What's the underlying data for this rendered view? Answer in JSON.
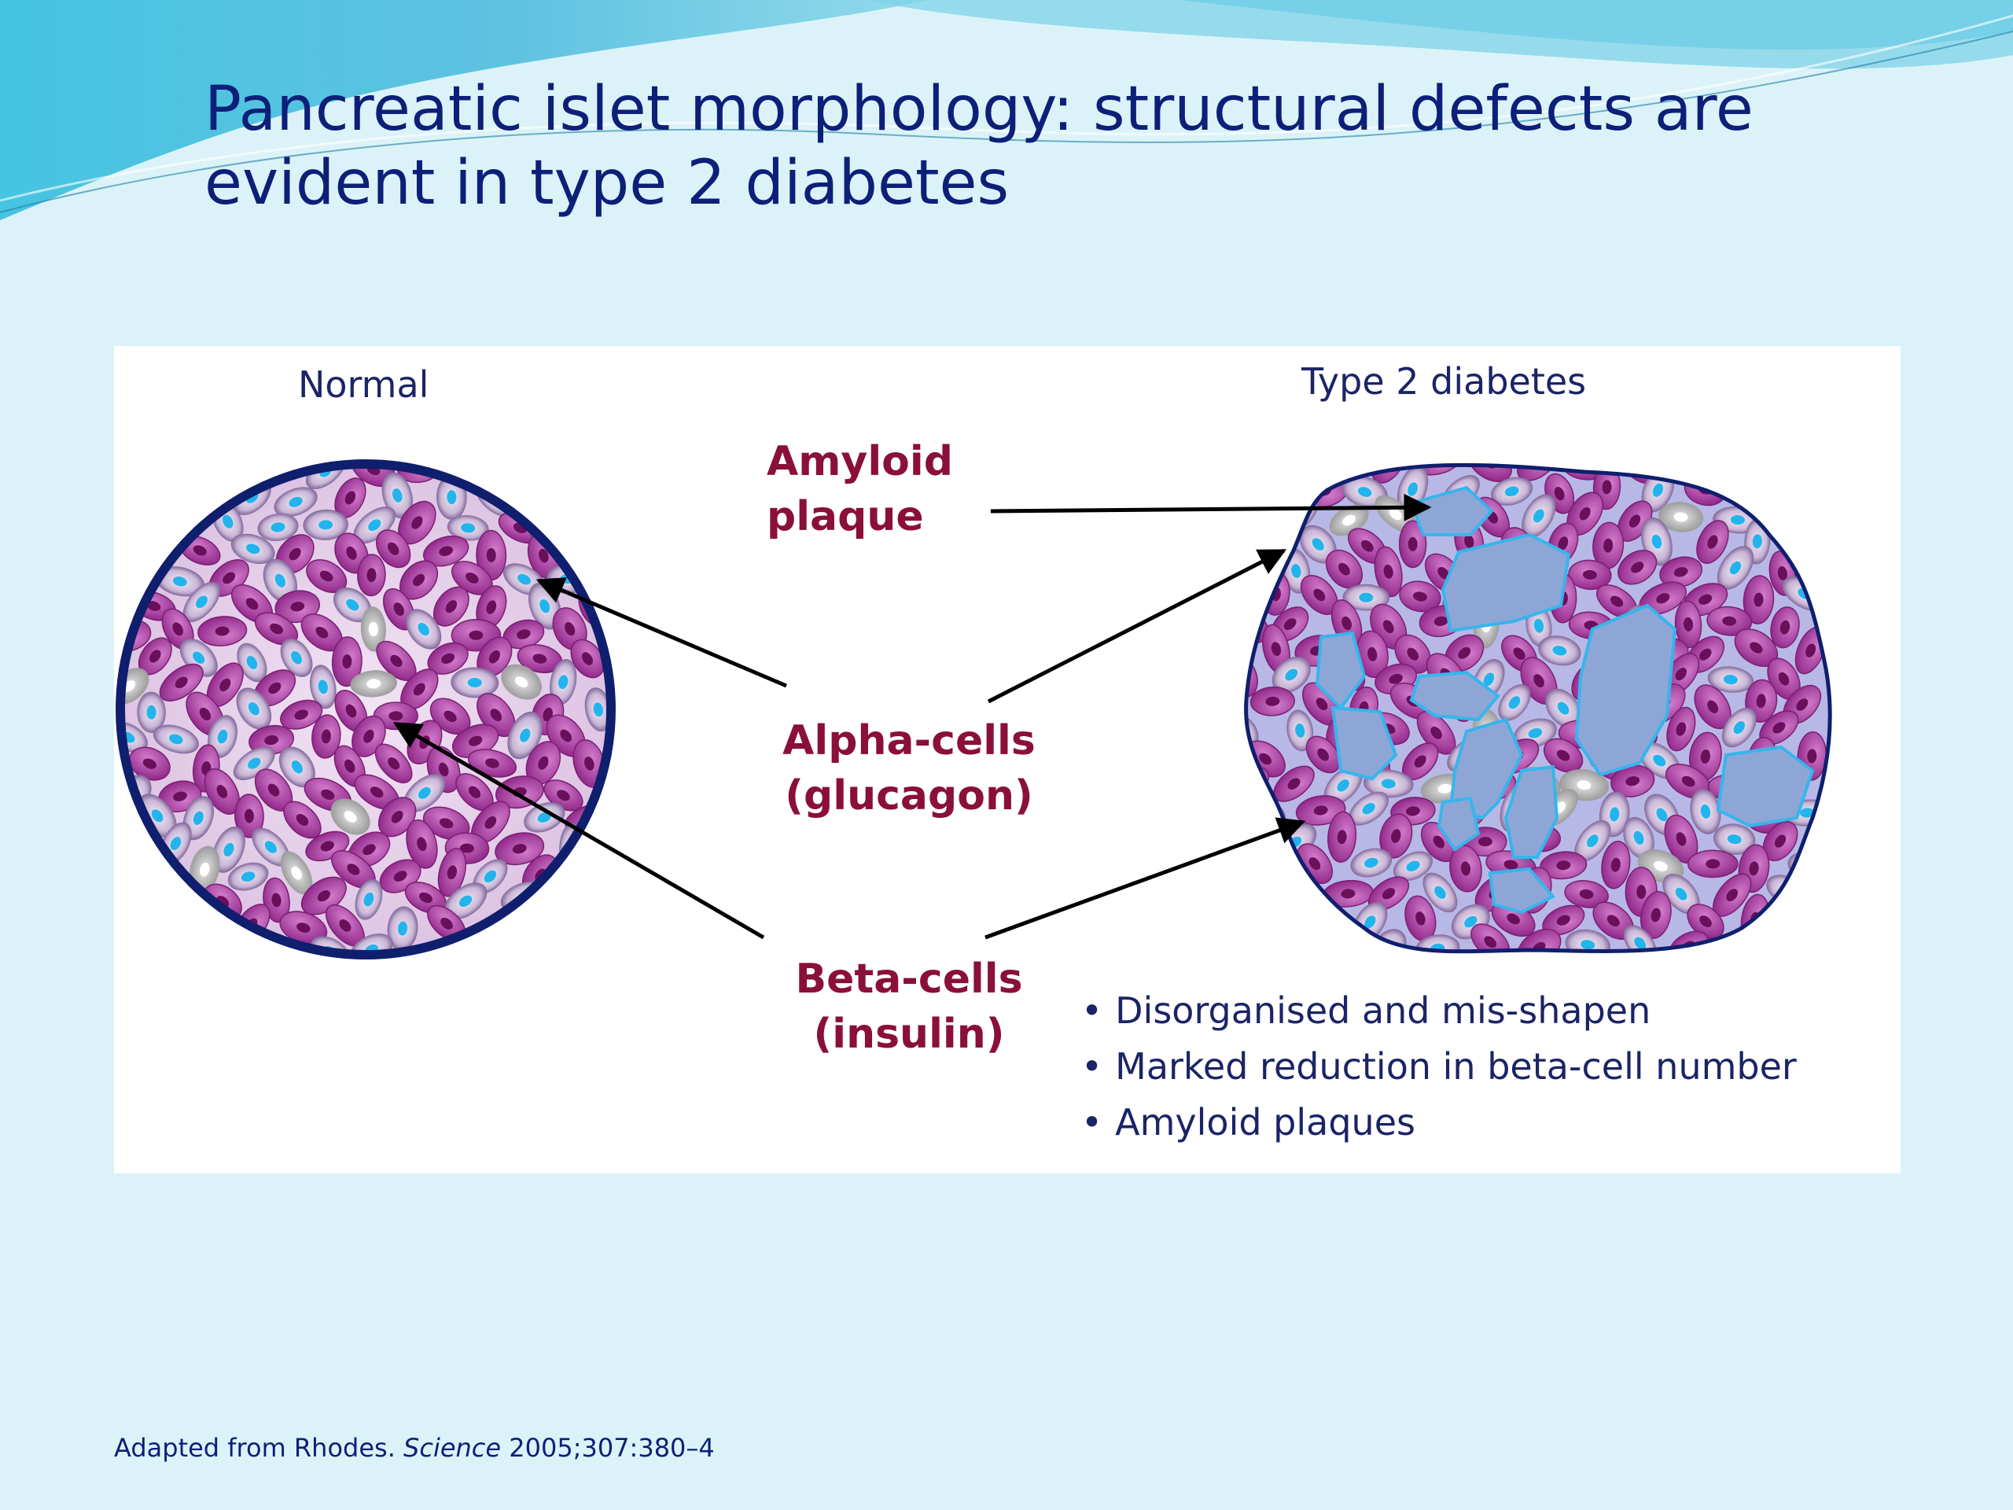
{
  "slide": {
    "title_lines": [
      "Pancreatic islet morphology: structural defects are",
      "evident in type 2 diabetes"
    ]
  },
  "figure": {
    "normal_label": "Normal",
    "diabetes_label": "Type 2 diabetes",
    "callouts": {
      "amyloid": [
        "Amyloid",
        "plaque"
      ],
      "alpha": [
        "Alpha-cells",
        "(glucagon)"
      ],
      "beta": [
        "Beta-cells",
        "(insulin)"
      ]
    },
    "bullets": [
      "Disorganised and mis-shapen",
      "Marked reduction in beta-cell number",
      "Amyloid plaques"
    ],
    "colors": {
      "islet_border": "#0f1f6e",
      "beta_cell": "#a8379e",
      "beta_nucleus": "#6a0f5c",
      "alpha_cell": "#c9b6d6",
      "alpha_nucleus": "#22b4ec",
      "delta_cell": "#a9a9a9",
      "amyloid_fill": "#8ea6d6",
      "amyloid_outline": "#35b6ec",
      "callout_text": "#8a0f3a"
    }
  },
  "citation": {
    "prefix": "Adapted from Rhodes. ",
    "journal": "Science",
    "suffix": " 2005;307:380–4"
  }
}
